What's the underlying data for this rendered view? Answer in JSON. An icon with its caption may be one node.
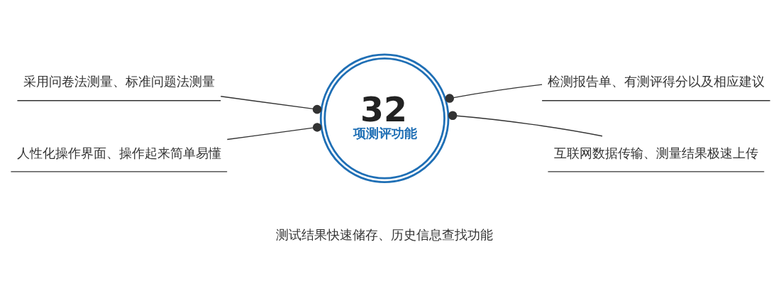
{
  "diagram": {
    "nodes": [
      {
        "text": [
          "采用问卷法测量、标准问题法测量"
        ]
      },
      {
        "text": [
          "检测报告单、有测评得分以及相应建议"
        ]
      },
      {
        "text": [
          "32",
          "项测评功能"
        ]
      },
      {
        "text": [
          "人性化操作界面、操作起来简单易懂"
        ]
      },
      {
        "text": [
          "互联网数据传输、测量结果极速上传"
        ]
      }
    ],
    "edges": [
      {
        "from": 0,
        "to": 2,
        "arrow": "other"
      },
      {
        "from": 1,
        "to": 2,
        "arrow": "other"
      },
      {
        "from": 3,
        "to": 2,
        "arrow": "other"
      },
      {
        "from": 4,
        "to": 2,
        "arrow": "other"
      }
    ],
    "labels": [
      "测试结果快速储存、历史信息查找功能"
    ]
  }
}
